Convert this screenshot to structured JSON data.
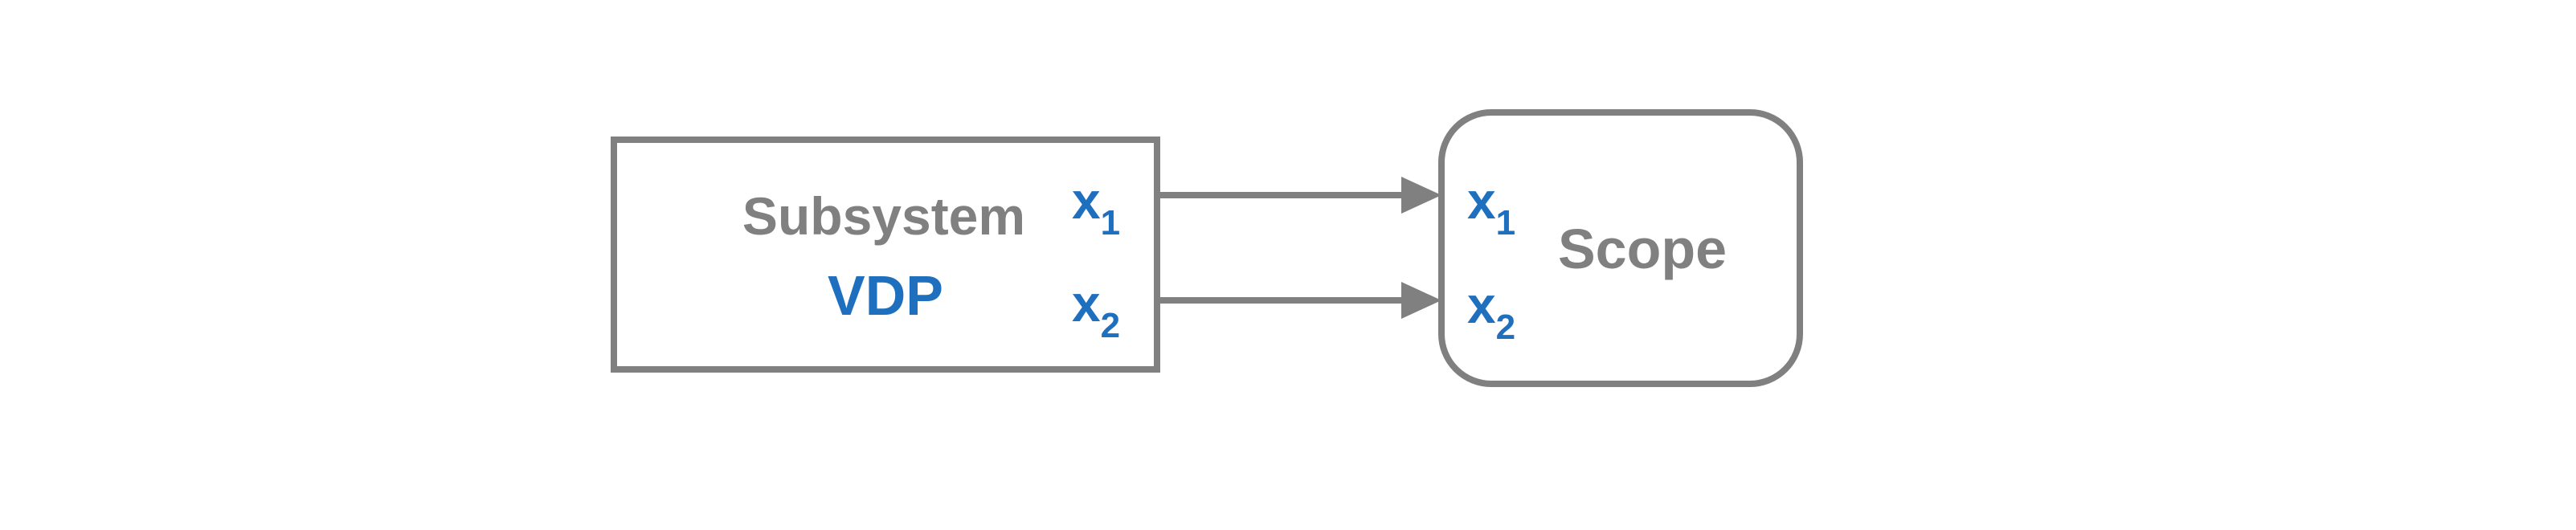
{
  "diagram": {
    "subsystem": {
      "title": "Subsystem",
      "name": "VDP",
      "ports": [
        {
          "base": "x",
          "sub": "1"
        },
        {
          "base": "x",
          "sub": "2"
        }
      ]
    },
    "scope": {
      "title": "Scope",
      "ports": [
        {
          "base": "x",
          "sub": "1"
        },
        {
          "base": "x",
          "sub": "2"
        }
      ]
    },
    "colors": {
      "stroke": "#808080",
      "accent": "#1f6fbf",
      "text": "#808080"
    }
  }
}
